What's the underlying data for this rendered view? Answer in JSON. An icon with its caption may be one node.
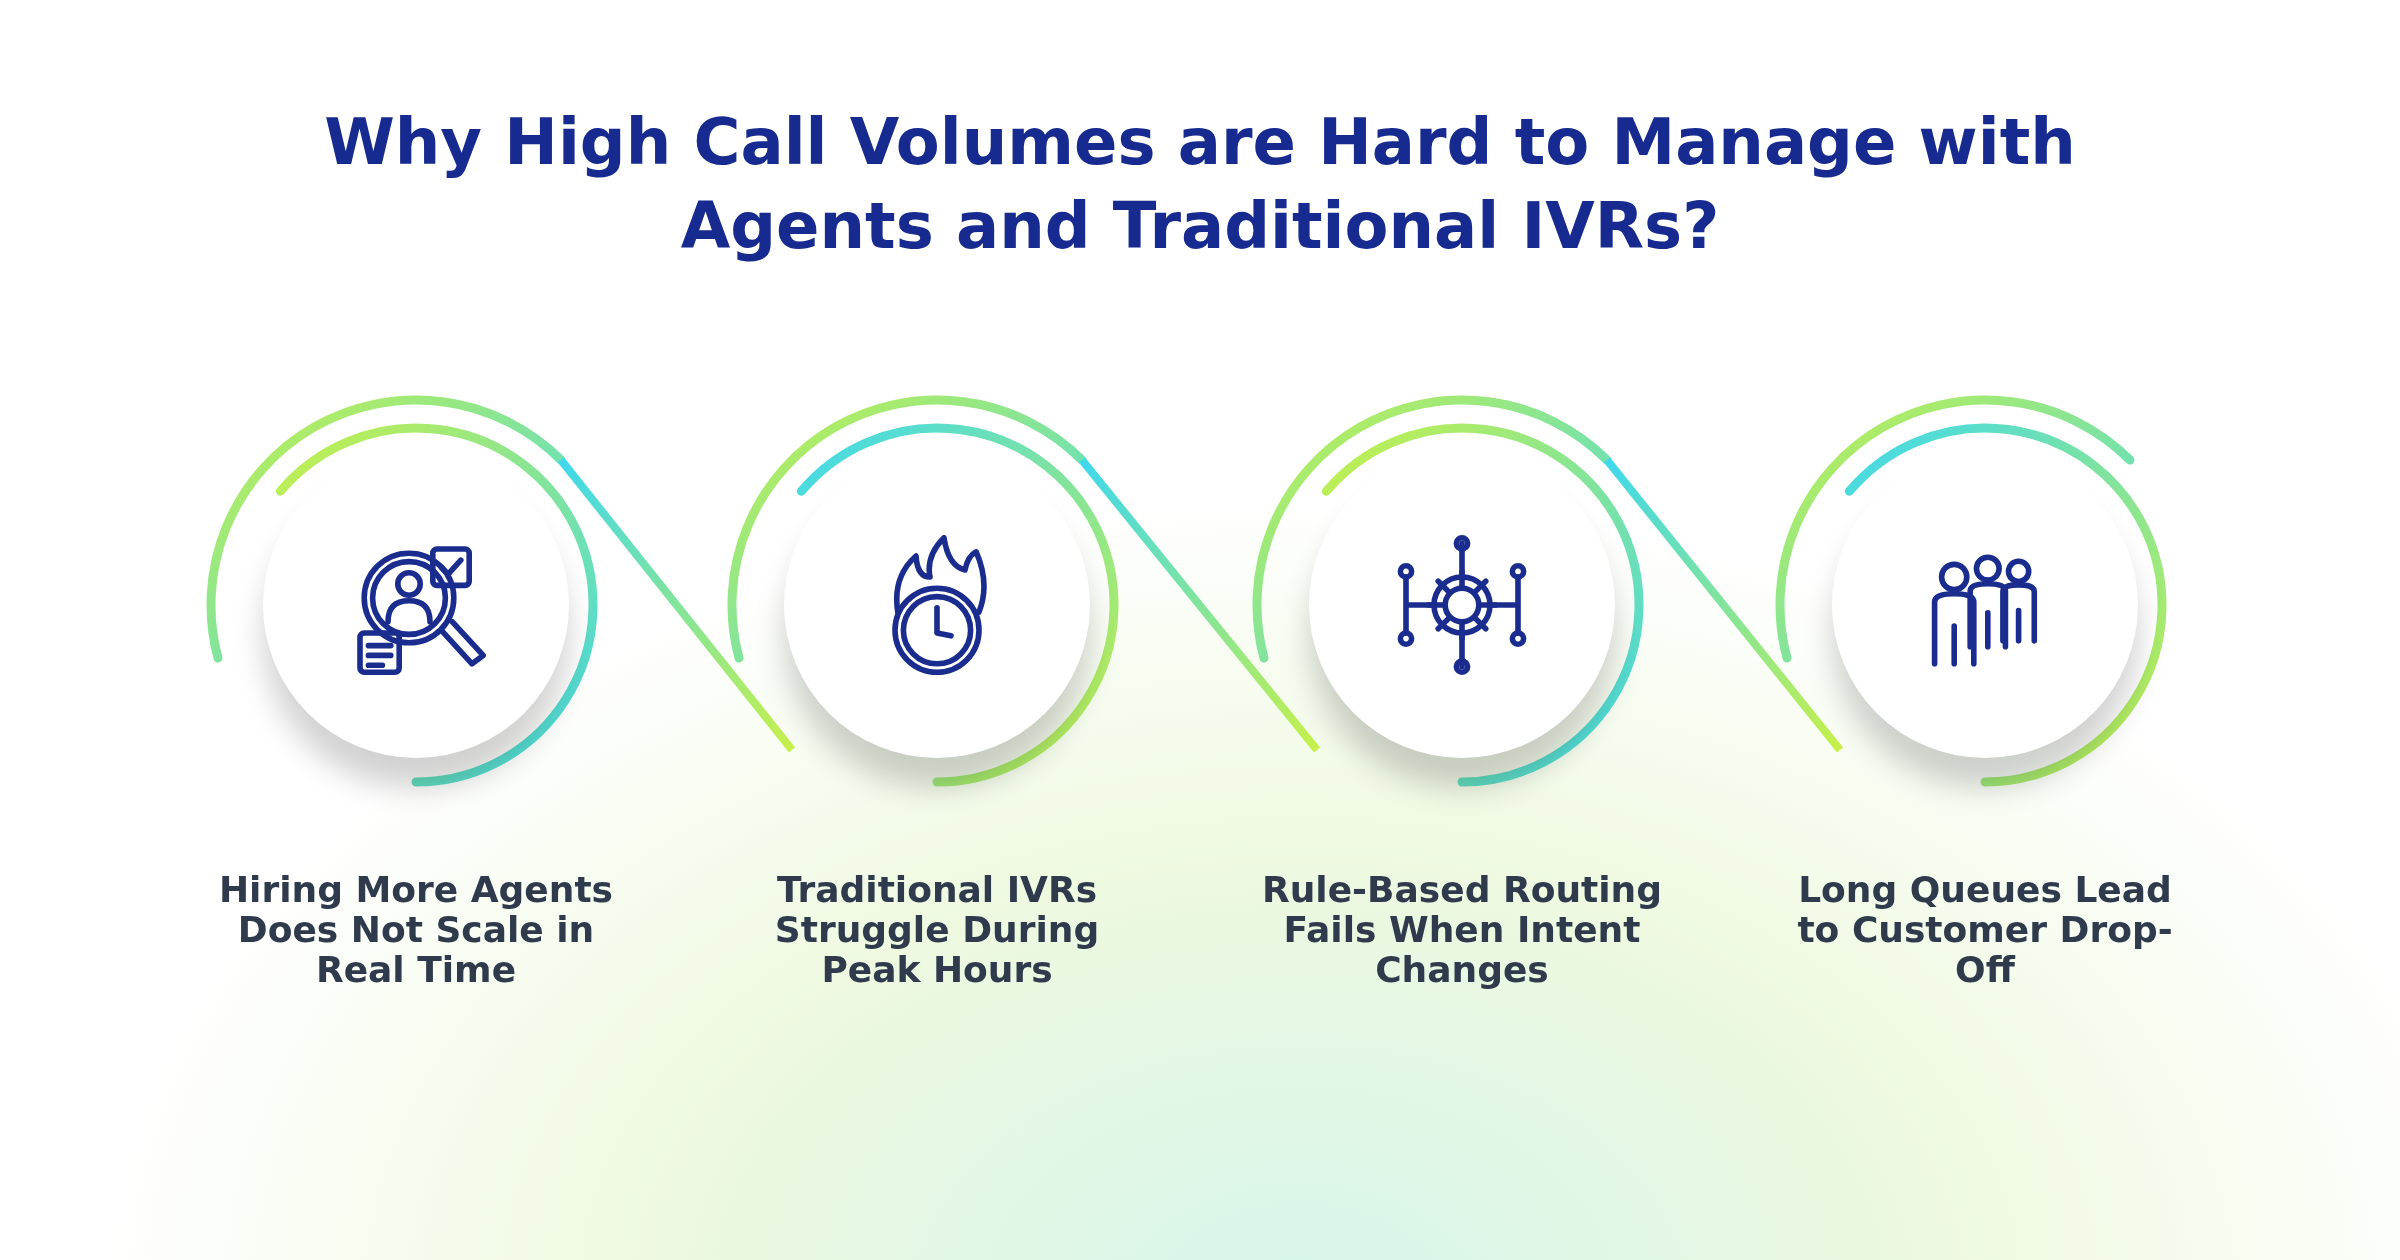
{
  "diagram": {
    "title": "Why High Call Volumes are Hard to Manage with Agents and Traditional IVRs?",
    "nodes": [
      {
        "text": [],
        "shape": "circle",
        "beside": [
          "Hiring More Agents Does Not Scale in Real Time"
        ]
      },
      {
        "text": [],
        "shape": "circle",
        "beside": [
          "Traditional IVRs Struggle During Peak Hours"
        ]
      },
      {
        "text": [],
        "shape": "circle",
        "beside": [
          "Rule-Based Routing Fails When Intent Changes"
        ]
      },
      {
        "text": [],
        "shape": "circle",
        "beside": [
          "Long Queues Lead to Customer Drop-Off"
        ]
      }
    ],
    "edges": [
      {
        "from": 0,
        "to": 1,
        "arrow": "none"
      },
      {
        "from": 1,
        "to": 2,
        "arrow": "none"
      },
      {
        "from": 2,
        "to": 3,
        "arrow": "none"
      }
    ]
  }
}
